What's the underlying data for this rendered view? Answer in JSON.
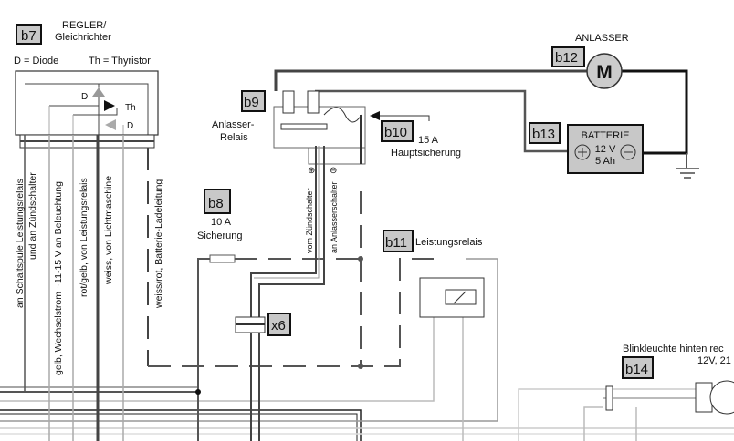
{
  "colors": {
    "tag_fill": "#c8c8c8",
    "wire_dark": "#222222",
    "wire_gray": "#666666",
    "wire_light": "#bbbbbb",
    "battery_fill": "#c8c8c8",
    "motor_fill": "#cccccc"
  },
  "b7": {
    "tag": "b7",
    "title1": "REGLER/",
    "title2": "Gleichrichter",
    "legend_d": "D = Diode",
    "legend_th": "Th = Thyristor",
    "d1": "D",
    "th": "Th",
    "d2": "D"
  },
  "regler_wires": [
    {
      "line1": "an Schaltspule Leistungsrelais",
      "line2": "und an Zündschalter"
    },
    {
      "line1": "gelb, Wechselstrom ~11-15 V an Beleuchtung"
    },
    {
      "line1": "rot/gelb, von Leistungsrelais"
    },
    {
      "line1": "weiss, von Lichtmaschine"
    },
    {
      "line1": "weiss/rot, Batterie-Ladeleitung"
    }
  ],
  "b8": {
    "tag": "b8",
    "value": "10 A",
    "label": "Sicherung"
  },
  "b9": {
    "tag": "b9",
    "label1": "Anlasser-",
    "label2": "Relais",
    "plus": "⊕",
    "minus": "⊖",
    "wire1": "vom Zündschalter",
    "wire2": "an Anlasserschalter"
  },
  "b10": {
    "tag": "b10",
    "value": "15 A",
    "label": "Hauptsicherung"
  },
  "b11": {
    "tag": "b11",
    "label": "Leistungsrelais"
  },
  "b12": {
    "tag": "b12",
    "label": "ANLASSER",
    "motor": "M"
  },
  "b13": {
    "tag": "b13",
    "label": "BATTERIE",
    "voltage": "12 V",
    "capacity": "5 Ah"
  },
  "b14": {
    "tag": "b14",
    "label": "Blinkleuchte hinten rec",
    "spec": "12V, 21"
  },
  "x6": {
    "tag": "x6"
  }
}
